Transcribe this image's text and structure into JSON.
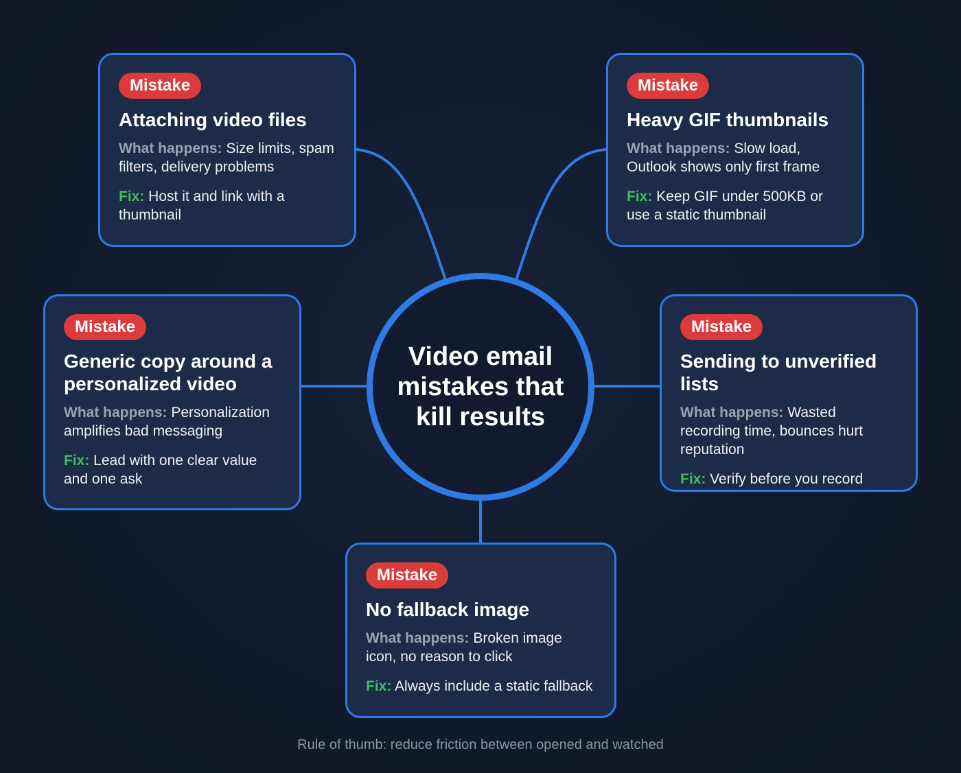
{
  "hub": {
    "title": "Video email mistakes that kill results"
  },
  "colors": {
    "background": "#111a2c",
    "card": "#1c2b47",
    "accent_blue": "#2f7be6",
    "badge_red": "#dc3b3b",
    "label_gray": "#9aa3b3",
    "fix_green": "#3fbf5f"
  },
  "cards": [
    {
      "position": "top-left",
      "badge": "Mistake",
      "title": "Attaching video files",
      "what_label": "What happens:",
      "what_text": " Size limits, spam filters, delivery problems",
      "fix_label": "Fix:",
      "fix_text": " Host it and link with a thumbnail"
    },
    {
      "position": "top-right",
      "badge": "Mistake",
      "title": "Heavy GIF thumbnails",
      "what_label": "What happens:",
      "what_text": " Slow load, Outlook shows only first frame",
      "fix_label": "Fix:",
      "fix_text": " Keep GIF under 500KB or use a static thumbnail"
    },
    {
      "position": "middle-left",
      "badge": "Mistake",
      "title": "Generic copy around a personalized video",
      "what_label": "What happens:",
      "what_text": " Personalization amplifies bad messaging",
      "fix_label": "Fix:",
      "fix_text": " Lead with one clear value and one ask"
    },
    {
      "position": "middle-right",
      "badge": "Mistake",
      "title": "Sending to unverified lists",
      "what_label": "What happens:",
      "what_text": " Wasted recording time, bounces hurt reputation",
      "fix_label": "Fix:",
      "fix_text": " Verify before you record"
    },
    {
      "position": "bottom-center",
      "badge": "Mistake",
      "title": "No fallback image",
      "what_label": "What happens:",
      "what_text": " Broken image icon, no reason to click",
      "fix_label": "Fix:",
      "fix_text": " Always include a static fallback"
    }
  ],
  "footer": {
    "text": "Rule of thumb: reduce friction between opened and watched"
  }
}
